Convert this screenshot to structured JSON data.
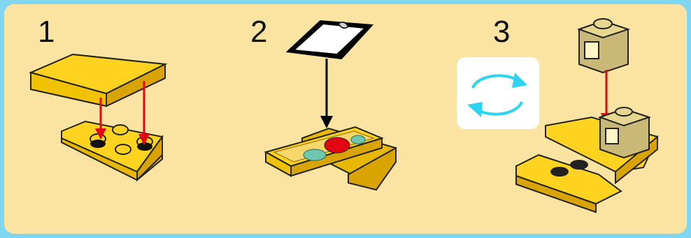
{
  "steps": [
    {
      "number": "1"
    },
    {
      "number": "2"
    },
    {
      "number": "3"
    }
  ],
  "colors": {
    "background_frame": "#7fd6f0",
    "panel": "#fbe3a1",
    "brick_yellow": "#ffd320",
    "brick_tan": "#e6d690",
    "arrow_red": "#e30613",
    "arrow_black": "#000000",
    "rotate_cyan": "#2ed3f2"
  },
  "icons": [
    "rotate-icon",
    "sticker-icon"
  ]
}
